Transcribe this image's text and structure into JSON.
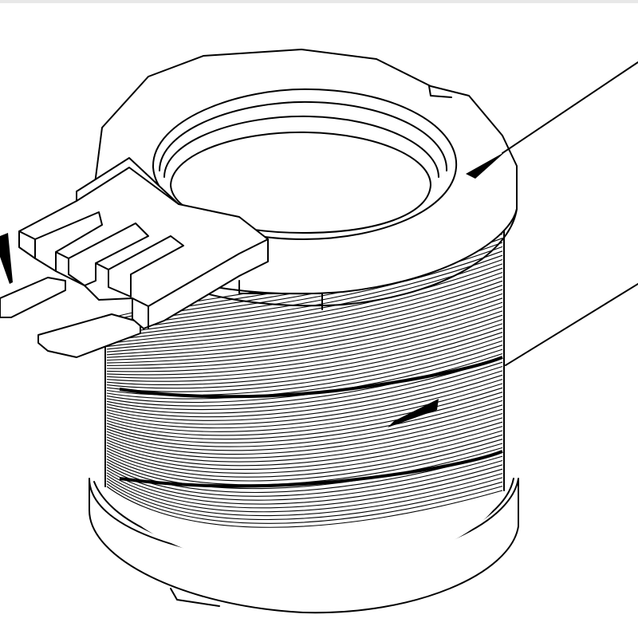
{
  "figure": {
    "subject": "solenoid-coil",
    "colors": {
      "line": "#000000",
      "background": "#ffffff",
      "top_strip": "#e8e8e8"
    },
    "coil": {
      "winding_line_count": 62
    },
    "callouts": [
      {
        "name": "leader-upper-right",
        "arrowhead": "arrow-icon"
      },
      {
        "name": "leader-lower-right",
        "arrowhead": "arrow-icon"
      },
      {
        "name": "leader-left-terminal",
        "arrowhead": "arrow-icon"
      }
    ]
  }
}
